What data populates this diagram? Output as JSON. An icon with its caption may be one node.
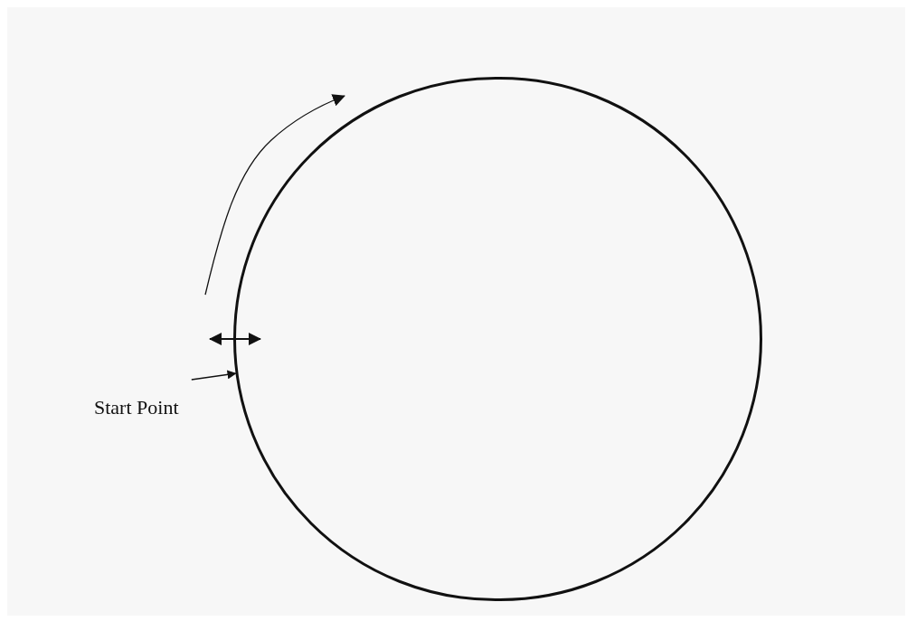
{
  "diagram": {
    "nodes": [
      {
        "text": [],
        "shape": "circle"
      },
      {
        "text": [
          "Start Point"
        ]
      }
    ],
    "edges": [
      {
        "from": 1,
        "to": 0,
        "arrow": "to"
      }
    ]
  }
}
